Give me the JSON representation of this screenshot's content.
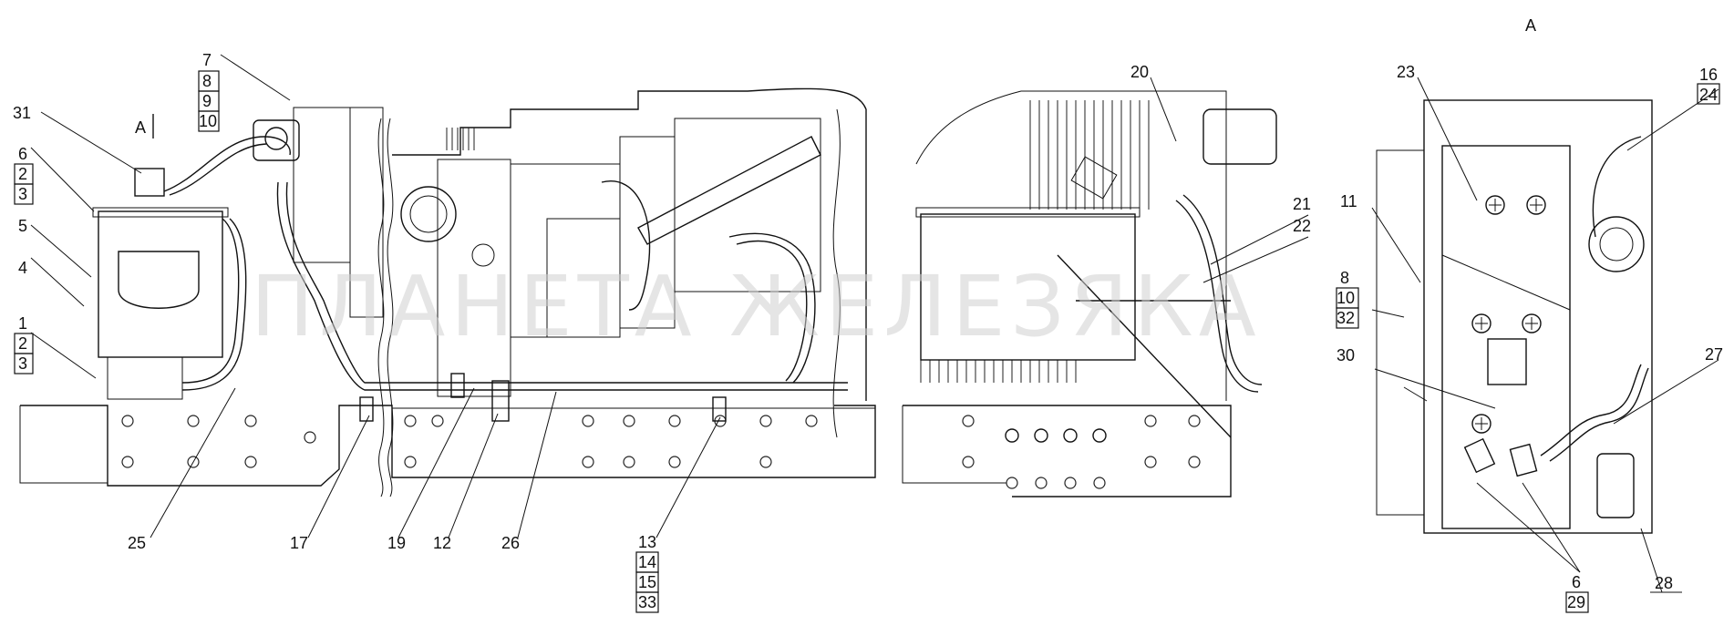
{
  "diagram": {
    "watermark": "ПЛАНЕТА ЖЕЛЕЗЯКА",
    "view_marker": "А",
    "view_title": "А",
    "callouts": {
      "c31": "31",
      "c7": "7",
      "c8a": "8",
      "c9": "9",
      "c10a": "10",
      "c6a": "6",
      "c2a": "2",
      "c3a": "3",
      "c5": "5",
      "c4": "4",
      "c1": "1",
      "c2b": "2",
      "c3b": "3",
      "c25": "25",
      "c17": "17",
      "c19": "19",
      "c12": "12",
      "c26": "26",
      "c13": "13",
      "c14": "14",
      "c15": "15",
      "c33": "33",
      "c20": "20",
      "c21": "21",
      "c22": "22",
      "c23": "23",
      "c16": "16",
      "c24": "24",
      "c11": "11",
      "c8b": "8",
      "c10b": "10",
      "c32": "32",
      "c30": "30",
      "c27": "27",
      "c6b": "6",
      "c29": "29",
      "c28": "28"
    }
  }
}
